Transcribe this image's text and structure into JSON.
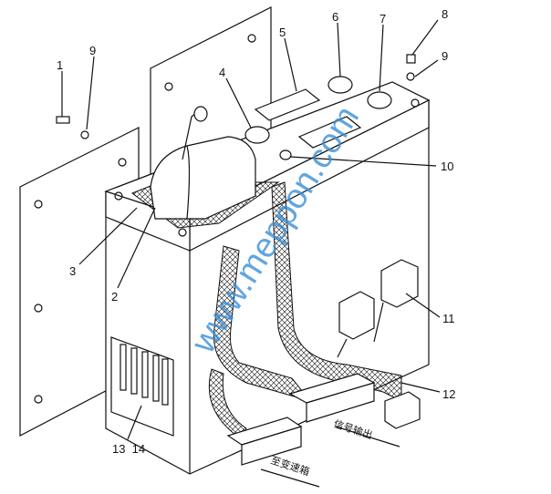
{
  "callouts": [
    "1",
    "9",
    "4",
    "5",
    "6",
    "7",
    "8",
    "9",
    "10",
    "3",
    "2",
    "11",
    "12",
    "13  14"
  ],
  "annotations": {
    "signal_output": "信号输出",
    "to_transmission": "至变速箱"
  },
  "watermark": "www.meppon.com",
  "colors": {
    "line": "#111111",
    "watermark": "#3a8fd6"
  }
}
